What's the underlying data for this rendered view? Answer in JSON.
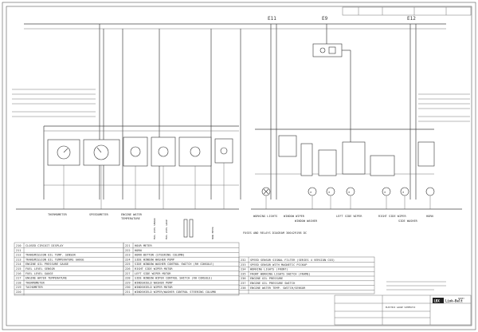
{
  "sheet": {
    "fuse_columns": [
      "E11",
      "E9",
      "E12"
    ],
    "component_labels": [
      "THERMOMETER",
      "SPEEDOMETER",
      "ENGINE WATER",
      "TEMPERATURE",
      "FUEL LEVEL SENSOR",
      "FUEL LEVEL GAUGE",
      "HOUR METER",
      "WORKING LIGHTS",
      "WINDOW WIPER",
      "WINDOW WASHER",
      "LEFT SIDE WIPER",
      "RIGHT SIDE WIPER",
      "SIDE WASHER",
      "HORN"
    ],
    "note_text": "FUSES AND RELAYS DIAGRAM 300429198 DC",
    "legend_col1": [
      {
        "code": "210",
        "text": "CLOSED CIRCUIT DISPLAY"
      },
      {
        "code": "211",
        "text": ""
      },
      {
        "code": "212",
        "text": "TRANSMISSION OIL TEMP. SENSOR"
      },
      {
        "code": "213",
        "text": "TRANSMISSION OIL TEMPERATURE GAUGE"
      },
      {
        "code": "214",
        "text": "ENGINE OIL PRESSURE GAUGE"
      },
      {
        "code": "215",
        "text": "FUEL LEVEL SENSOR"
      },
      {
        "code": "216",
        "text": "FUEL LEVEL GAUGE"
      },
      {
        "code": "217",
        "text": "ENGINE WATER TEMPERATURE"
      },
      {
        "code": "218",
        "text": "THERMOMETER"
      },
      {
        "code": "219",
        "text": "TACHOMETER"
      },
      {
        "code": "220",
        "text": ""
      }
    ],
    "legend_col2": [
      {
        "code": "221",
        "text": "HOUR METER"
      },
      {
        "code": "222",
        "text": "HORN"
      },
      {
        "code": "223",
        "text": "HORN BUTTON (STEERING COLUMN)"
      },
      {
        "code": "224",
        "text": "SIDE WINDOW WASHER PUMP"
      },
      {
        "code": "225",
        "text": "SIDE WINDOW WASHER CONTROL SWITCH (RH CONSOLE)"
      },
      {
        "code": "226",
        "text": "RIGHT SIDE WIPER MOTOR"
      },
      {
        "code": "227",
        "text": "LEFT SIDE WIPER MOTOR"
      },
      {
        "code": "228",
        "text": "SIDE WINDOW WIPER CONTROL SWITCH (RH CONSOLE)"
      },
      {
        "code": "229",
        "text": "WINDSHIELD WASHER PUMP"
      },
      {
        "code": "230",
        "text": "WINDSHIELD WIPER MOTOR"
      },
      {
        "code": "231",
        "text": "WINDSHIELD WIPER/WASHER CONTROL STEERING COLUMN"
      }
    ],
    "legend_col3": [
      {
        "code": "232",
        "text": "SPEED SENSOR SIGNAL FILTER (SERIES 4 VERSION C03)"
      },
      {
        "code": "233",
        "text": "SPEED SENSOR WITH MAGNETIC PICKUP"
      },
      {
        "code": "234",
        "text": "WORKING LIGHTS (FRONT)"
      },
      {
        "code": "235",
        "text": "FRONT WORKING LIGHTS SWITCH (FRAME)"
      },
      {
        "code": "236",
        "text": "ENGINE OIL PRESSURE"
      },
      {
        "code": "237",
        "text": "ENGINE OIL PRESSURE SWITCH"
      },
      {
        "code": "238",
        "text": "ENGINE WATER TEMP. SWITCH/SENSOR"
      }
    ],
    "title_block": {
      "logo": "LBX",
      "brand": "Link-Belt",
      "drawing_title": "ELECTRIC GAUGE SCHEMATIC",
      "sheet_label": "SHEET"
    }
  }
}
